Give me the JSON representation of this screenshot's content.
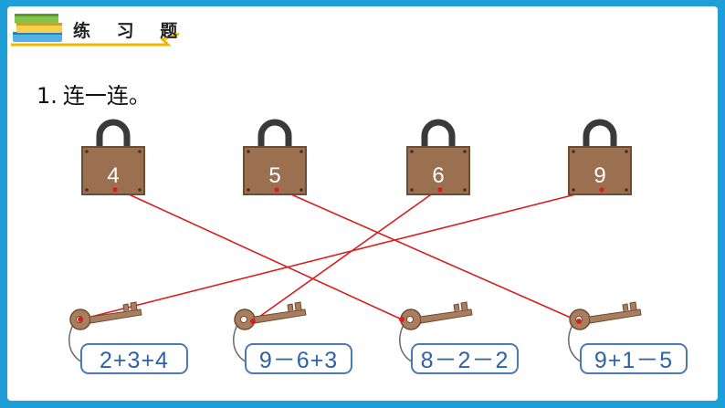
{
  "header": {
    "title": "练 习 题"
  },
  "question": {
    "number": "1.",
    "text": "连一连。"
  },
  "locks": [
    {
      "label": "4"
    },
    {
      "label": "5"
    },
    {
      "label": "6"
    },
    {
      "label": "9"
    }
  ],
  "keys": [
    {
      "expression": "2+3+4"
    },
    {
      "expression": "9－6+3"
    },
    {
      "expression": "8－2－2"
    },
    {
      "expression": "9+1－5"
    }
  ],
  "connections": [
    {
      "lock": "4",
      "key": "8－2－2"
    },
    {
      "lock": "5",
      "key": "9+1－5"
    },
    {
      "lock": "6",
      "key": "9－6+3"
    },
    {
      "lock": "9",
      "key": "2+3+4"
    }
  ],
  "colors": {
    "frame": "#1e9fd8",
    "lock_body": "#9a7050",
    "key_metal": "#a87e5c",
    "tag_border": "#4b78b8",
    "line": "#d81e1e"
  }
}
